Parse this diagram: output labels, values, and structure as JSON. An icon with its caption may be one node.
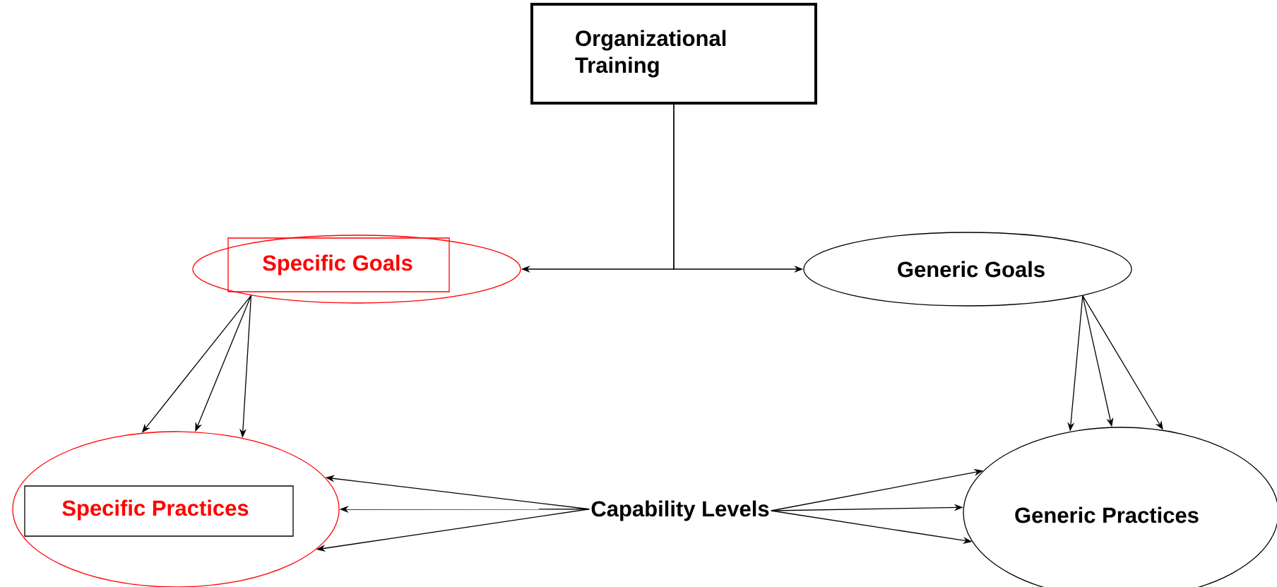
{
  "diagram": {
    "nodes": [
      {
        "text": [
          "Organizational Training"
        ]
      },
      {
        "text": [
          "Specific Goals"
        ]
      },
      {
        "text": [
          "Generic Goals"
        ]
      },
      {
        "text": [
          "Specific Practices"
        ]
      },
      {
        "text": [
          "Capability Levels"
        ]
      },
      {
        "text": [
          "Generic Practices"
        ]
      }
    ],
    "edges": [
      {
        "from": 0,
        "to": 1,
        "arrow": "to"
      },
      {
        "from": 0,
        "to": 2,
        "arrow": "to"
      },
      {
        "from": 1,
        "to": 3,
        "arrow": "to"
      },
      {
        "from": 1,
        "to": 3,
        "arrow": "to"
      },
      {
        "from": 1,
        "to": 3,
        "arrow": "to"
      },
      {
        "from": 2,
        "to": 5,
        "arrow": "to"
      },
      {
        "from": 2,
        "to": 5,
        "arrow": "to"
      },
      {
        "from": 2,
        "to": 5,
        "arrow": "to"
      },
      {
        "from": 4,
        "to": 3,
        "arrow": "to"
      },
      {
        "from": 4,
        "to": 3,
        "arrow": "to"
      },
      {
        "from": 4,
        "to": 3,
        "arrow": "to"
      },
      {
        "from": 4,
        "to": 5,
        "arrow": "to"
      },
      {
        "from": 4,
        "to": 5,
        "arrow": "to"
      },
      {
        "from": 4,
        "to": 5,
        "arrow": "to"
      }
    ]
  }
}
